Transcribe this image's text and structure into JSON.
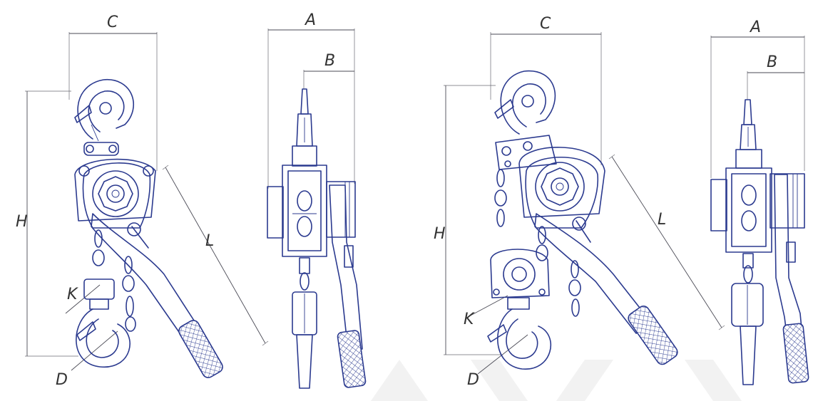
{
  "dimension_labels": {
    "left_front": {
      "C": "C",
      "H": "H",
      "L": "L",
      "K": "K",
      "D": "D"
    },
    "left_side": {
      "A": "A",
      "B": "B"
    },
    "right_front": {
      "C": "C",
      "H": "H",
      "L": "L",
      "K": "K",
      "D": "D"
    },
    "right_side": {
      "A": "A",
      "B": "B"
    }
  },
  "colors": {
    "line": "#2b3a8f",
    "dimension": "#4a4a55",
    "background": "#ffffff"
  }
}
